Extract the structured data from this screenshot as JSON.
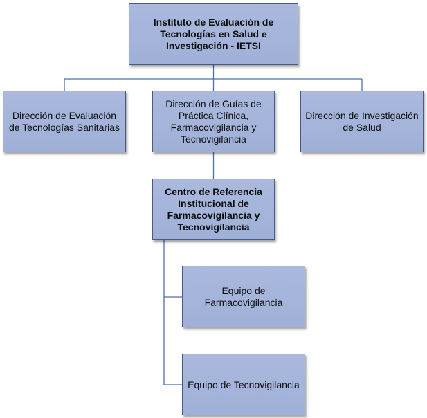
{
  "organigram": {
    "root": {
      "label": "Instituto de Evaluación de Tecnologías en Salud e Investigación - IETSI"
    },
    "directions": [
      {
        "label": "Dirección de Evaluación de Tecnologías Sanitarias"
      },
      {
        "label": "Dirección de Guías  de Práctica Clínica, Farmacovigilancia y Tecnovigilancia"
      },
      {
        "label": "Dirección de Investigación  de Salud"
      }
    ],
    "center": {
      "label": "Centro de Referencia Institucional  de Farmacovigilancia y Tecnovigilancia"
    },
    "teams": [
      {
        "label": "Equipo de Farmacovigilancia"
      },
      {
        "label": "Equipo  de Tecnovigilancia"
      }
    ]
  },
  "colors": {
    "box_fill": "#a5b5da",
    "box_border": "#4a5b86",
    "connector": "#4f6fa8"
  }
}
